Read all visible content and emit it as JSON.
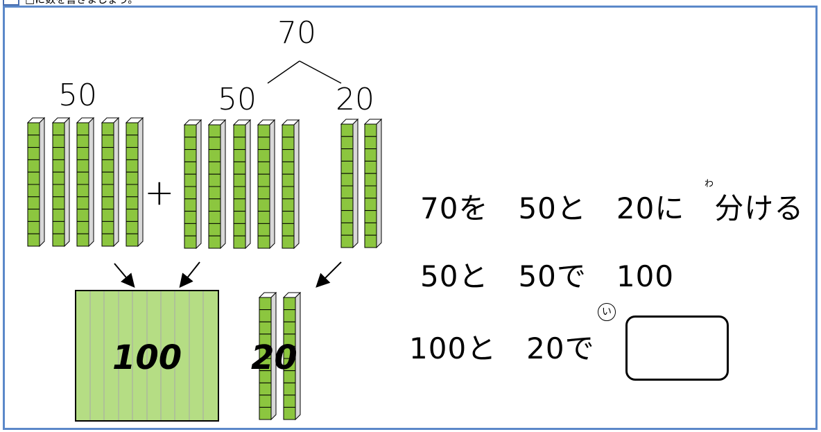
{
  "instruction": "□に数を書きましょう。",
  "diagram": {
    "top_total": "70",
    "split_left": "50",
    "split_right": "20",
    "left_group": "50",
    "plus": "+",
    "hundred_label": "100",
    "twenty_label": "20"
  },
  "sentences": {
    "line1": "70を　50と　20に　分ける",
    "furigana": "わ",
    "line2": "50と　50で　100",
    "line3": "100と　20で",
    "answer_marker": "い",
    "answer_value": ""
  },
  "colors": {
    "rod_green": "#8cc63f",
    "square_green": "#b5dd84",
    "frame_blue": "#5b88c9"
  }
}
